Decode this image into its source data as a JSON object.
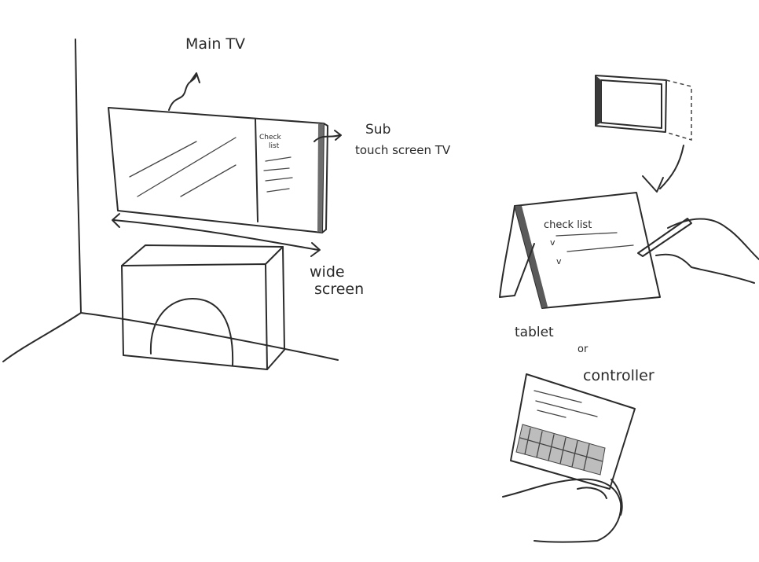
{
  "labels": {
    "main_tv": "Main TV",
    "sub_line1": "Sub",
    "sub_line2": "touch screen TV",
    "sub_panel_line1": "Check",
    "sub_panel_line2": "list",
    "wide_line1": "wide",
    "wide_line2": "screen",
    "tablet_checklist": "check list",
    "tablet_item_1": "v",
    "tablet_item_2": "v",
    "tablet": "tablet",
    "or": "or",
    "controller": "controller"
  },
  "colors": {
    "ink": "#2b2b2b",
    "screen_shade": "#6d6d6d",
    "paper": "#ffffff"
  }
}
